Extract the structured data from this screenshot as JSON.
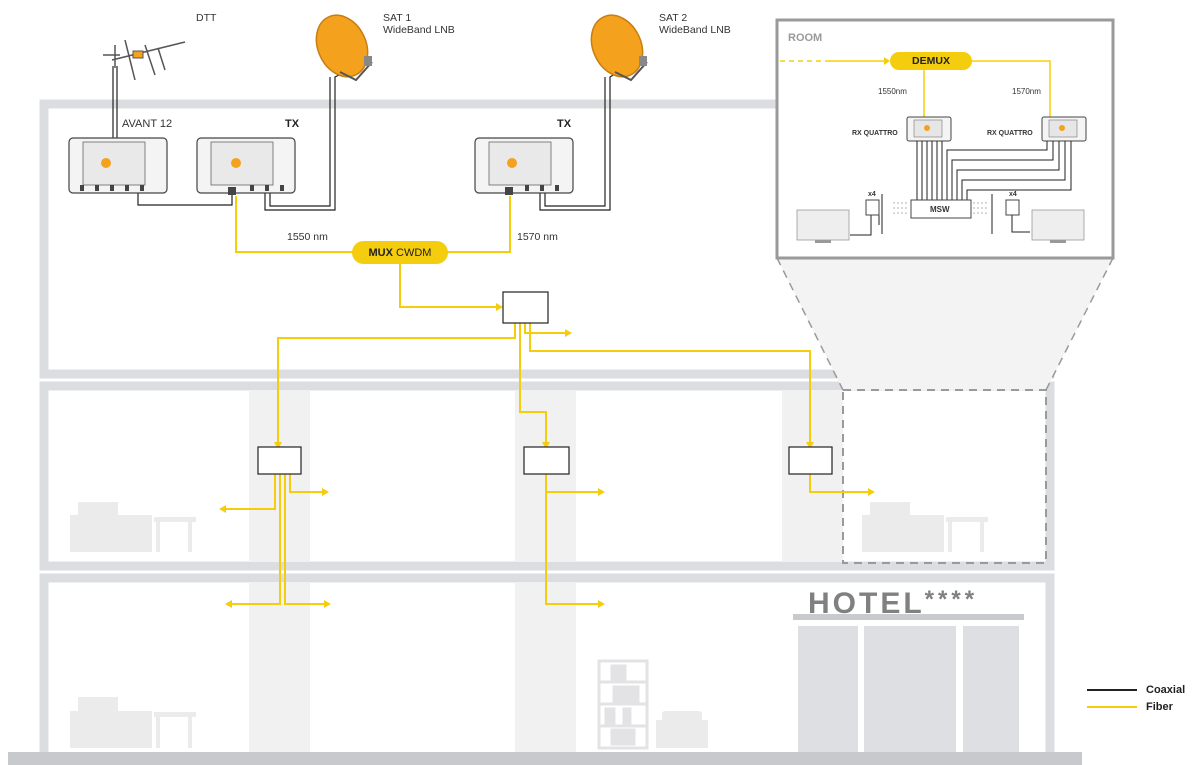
{
  "labels": {
    "dtt": "DTT",
    "sat1_line1": "SAT  1",
    "sat1_line2": "WideBand LNB",
    "sat2_line1": "SAT  2",
    "sat2_line2": "WideBand LNB",
    "avant": "AVANT 12",
    "tx1": "TX",
    "tx2": "TX",
    "nm1550": "1550 nm",
    "nm1570": "1570 nm",
    "mux_bold": "MUX",
    "mux_rest": " CWDM",
    "hotel": "HOTEL",
    "hotel_stars": "****"
  },
  "room_inset": {
    "title": "ROOM",
    "demux": "DEMUX",
    "nm1550": "1550nm",
    "nm1570": "1570nm",
    "rx_left": "RX QUATTRO",
    "rx_right": "RX QUATTRO",
    "x4_left": "x4",
    "x4_right": "x4",
    "msw": "MSW"
  },
  "legend": {
    "coaxial": "Coaxial",
    "fiber": "Fiber"
  },
  "colors": {
    "fiber": "#f5cd0f",
    "coaxial": "#222222",
    "building_wall": "#dcdde0",
    "dish": "#f4a21e"
  }
}
